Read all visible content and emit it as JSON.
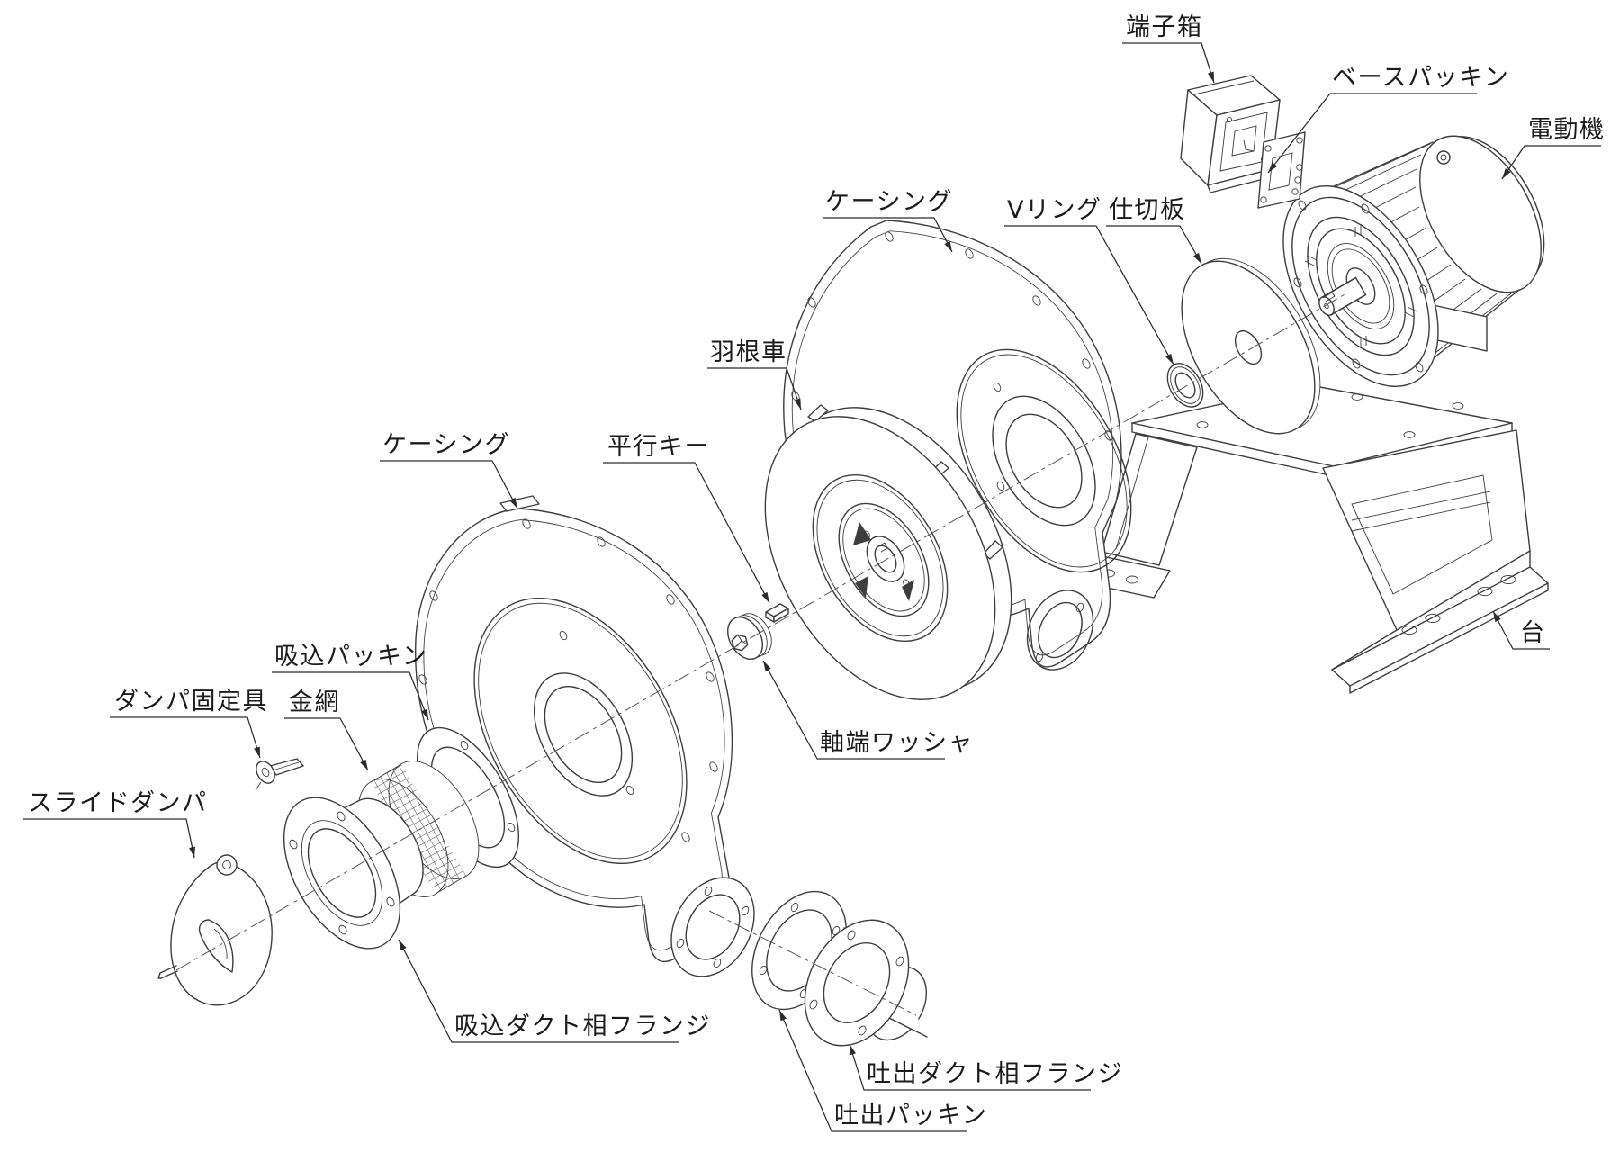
{
  "diagram": {
    "kind": "exploded-view line drawing of a centrifugal blower",
    "colors": {
      "line": "#3d3d3d",
      "leader": "#2b2b2b",
      "text": "#1b1b1b",
      "background": "#ffffff"
    }
  },
  "labels": {
    "terminal_box": "端子箱",
    "base_packing": "ベースパッキン",
    "motor": "電動機",
    "casing_rear": "ケーシング",
    "v_ring": "Vリング",
    "partition_plate": "仕切板",
    "impeller": "羽根車",
    "parallel_key": "平行キー",
    "shaft_end_washer": "軸端ワッシャ",
    "casing_front": "ケーシング",
    "suction_packing": "吸込パッキン",
    "wire_mesh": "金網",
    "damper_fixture": "ダンパ固定具",
    "slide_damper": "スライドダンパ",
    "suction_duct_flange": "吸込ダクト相フランジ",
    "discharge_duct_flange": "吐出ダクト相フランジ",
    "discharge_packing": "吐出パッキン",
    "stand": "台"
  }
}
